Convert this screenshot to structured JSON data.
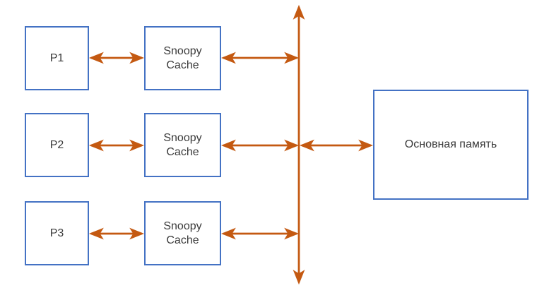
{
  "colors": {
    "box_border": "#4472C4",
    "arrow": "#C45911",
    "text": "#3a3a3a",
    "background": "#ffffff"
  },
  "diagram": {
    "type": "block-diagram",
    "topic": "snoopy-cache-bus-architecture",
    "rows": [
      {
        "processor": "P1",
        "cache": "Snoopy Cache"
      },
      {
        "processor": "P2",
        "cache": "Snoopy Cache"
      },
      {
        "processor": "P3",
        "cache": "Snoopy Cache"
      }
    ],
    "memory": {
      "label": "Основная память"
    },
    "bus": {
      "name": "shared-bus",
      "orientation": "vertical",
      "arrowheads": "both-ends"
    },
    "connections": [
      "P1 <-> Snoopy Cache 1",
      "P2 <-> Snoopy Cache 2",
      "P3 <-> Snoopy Cache 3",
      "Snoopy Cache 1 <-> bus",
      "Snoopy Cache 2 <-> bus",
      "Snoopy Cache 3 <-> bus",
      "bus <-> Основная память"
    ]
  }
}
